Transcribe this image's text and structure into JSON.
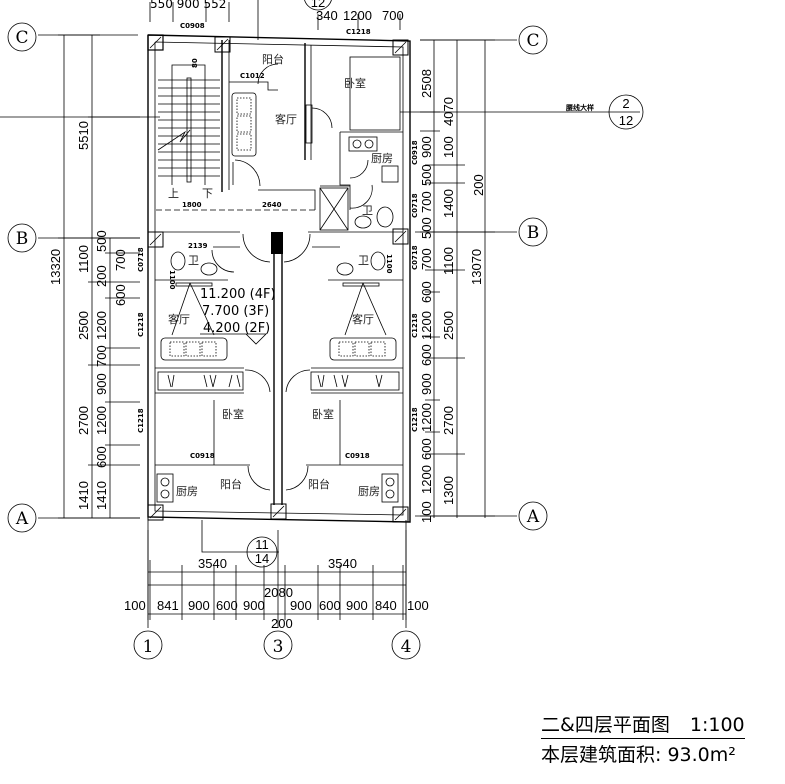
{
  "drawing": {
    "title": "二&四层平面图",
    "scale": "1:100",
    "area_label": "本层建筑面积:",
    "area_value": "93.0m²"
  },
  "axes": {
    "rows": [
      "C",
      "B",
      "A"
    ],
    "cols": [
      "1",
      "3",
      "4"
    ]
  },
  "detail_refs": {
    "top_ref": "12",
    "waistline_label": "腰线大样",
    "waistline_num": "2",
    "waistline_sheet": "12",
    "bottom_num": "11",
    "bottom_sheet": "14"
  },
  "rooms": {
    "balcony_top": "阳台",
    "living_top": "客厅",
    "bedroom_top": "卧室",
    "kitchen_top": "厨房",
    "bath_top": "卫",
    "stair_up": "上",
    "stair_down": "下",
    "bath_left": "卫",
    "bath_right": "卫",
    "living_left": "客厅",
    "living_right": "客厅",
    "bedroom_left": "卧室",
    "bedroom_right": "卧室",
    "kitchen_left": "厨房",
    "kitchen_right": "厨房",
    "balcony_left": "阳台",
    "balcony_right": "阳台"
  },
  "windows": {
    "c0908": "C0908",
    "c1218_top": "C1218",
    "c1012": "C1012",
    "c0918_r": "C0918",
    "c0718_r1": "C0718",
    "c0718_r2": "C0718",
    "c1218_r1": "C1218",
    "c1218_r2": "C1218",
    "c0718_l": "C0718",
    "c1218_l1": "C1218",
    "c1218_l2": "C1218",
    "c0918_bl": "C0918",
    "c0918_br": "C0918"
  },
  "misc": {
    "stair_mark": "80",
    "corridor_1": "1800",
    "corridor_2": "2640",
    "bath_dim": "2139",
    "bath_w_l": "1100",
    "bath_w_r": "1100"
  },
  "elevations": [
    "11.200 (4F)",
    "7.700 (3F)",
    "4.200 (2F)"
  ],
  "dims": {
    "top_left": "550  900  552",
    "top_right": [
      "340",
      "1200",
      "700"
    ],
    "left_overall": "13320",
    "left_mid": [
      "5510",
      "1100",
      "2500",
      "2700",
      "1410"
    ],
    "left_fine": [
      "500",
      "700",
      "200",
      "600",
      "1200",
      "700",
      "900",
      "1200",
      "600",
      "1410"
    ],
    "right_fine": [
      "2508",
      "900",
      "500",
      "700",
      "500",
      "700",
      "600",
      "1200",
      "600",
      "900",
      "1200",
      "600",
      "1200",
      "100"
    ],
    "right_mid": [
      "4070",
      "100",
      "1400",
      "1100",
      "2500",
      "2700",
      "1300"
    ],
    "right_outer": [
      "200",
      "13070"
    ],
    "bottom_main": [
      "3540",
      "3540"
    ],
    "bottom_center": "2080",
    "bottom_fine": [
      "100",
      "841",
      "900",
      "600",
      "900",
      "900",
      "600",
      "900",
      "840",
      "100"
    ],
    "bottom_wall": "200"
  }
}
